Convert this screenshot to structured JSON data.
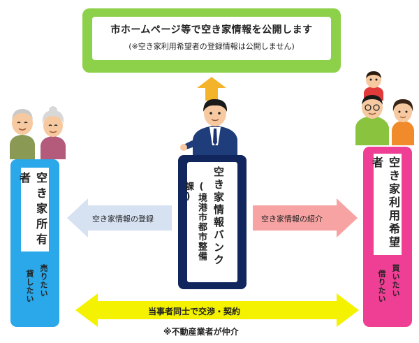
{
  "banner": {
    "title": "市ホームページ等で空き家情報を公開します",
    "note": "(※空き家利用希望者の登録情報は公開しません)"
  },
  "center": {
    "title": "空き家情報バンク",
    "subtitle": "(境港市都市整備課)"
  },
  "owner": {
    "label": "空き家所有者",
    "wish_sell": "売りたい",
    "wish_lend": "貸したい"
  },
  "user": {
    "label": "空き家利用希望者",
    "wish_buy": "買いたい",
    "wish_borrow": "借りたい"
  },
  "arrows": {
    "register": "空き家情報の登録",
    "introduce": "空き家情報の紹介"
  },
  "negotiation": {
    "label": "当事者同士で交渉・契約",
    "note": "※不動産業者が仲介"
  },
  "colors": {
    "banner": "#8dd14a",
    "owner_panel": "#2aa8ea",
    "user_panel": "#ee3f95",
    "center_panel": "#12265e",
    "register_arrow": "#d6e1f2",
    "introduce_arrow": "#f7a3a3",
    "negotiation_arrow": "#f4f200",
    "up_arrow": "#f3b42b"
  }
}
